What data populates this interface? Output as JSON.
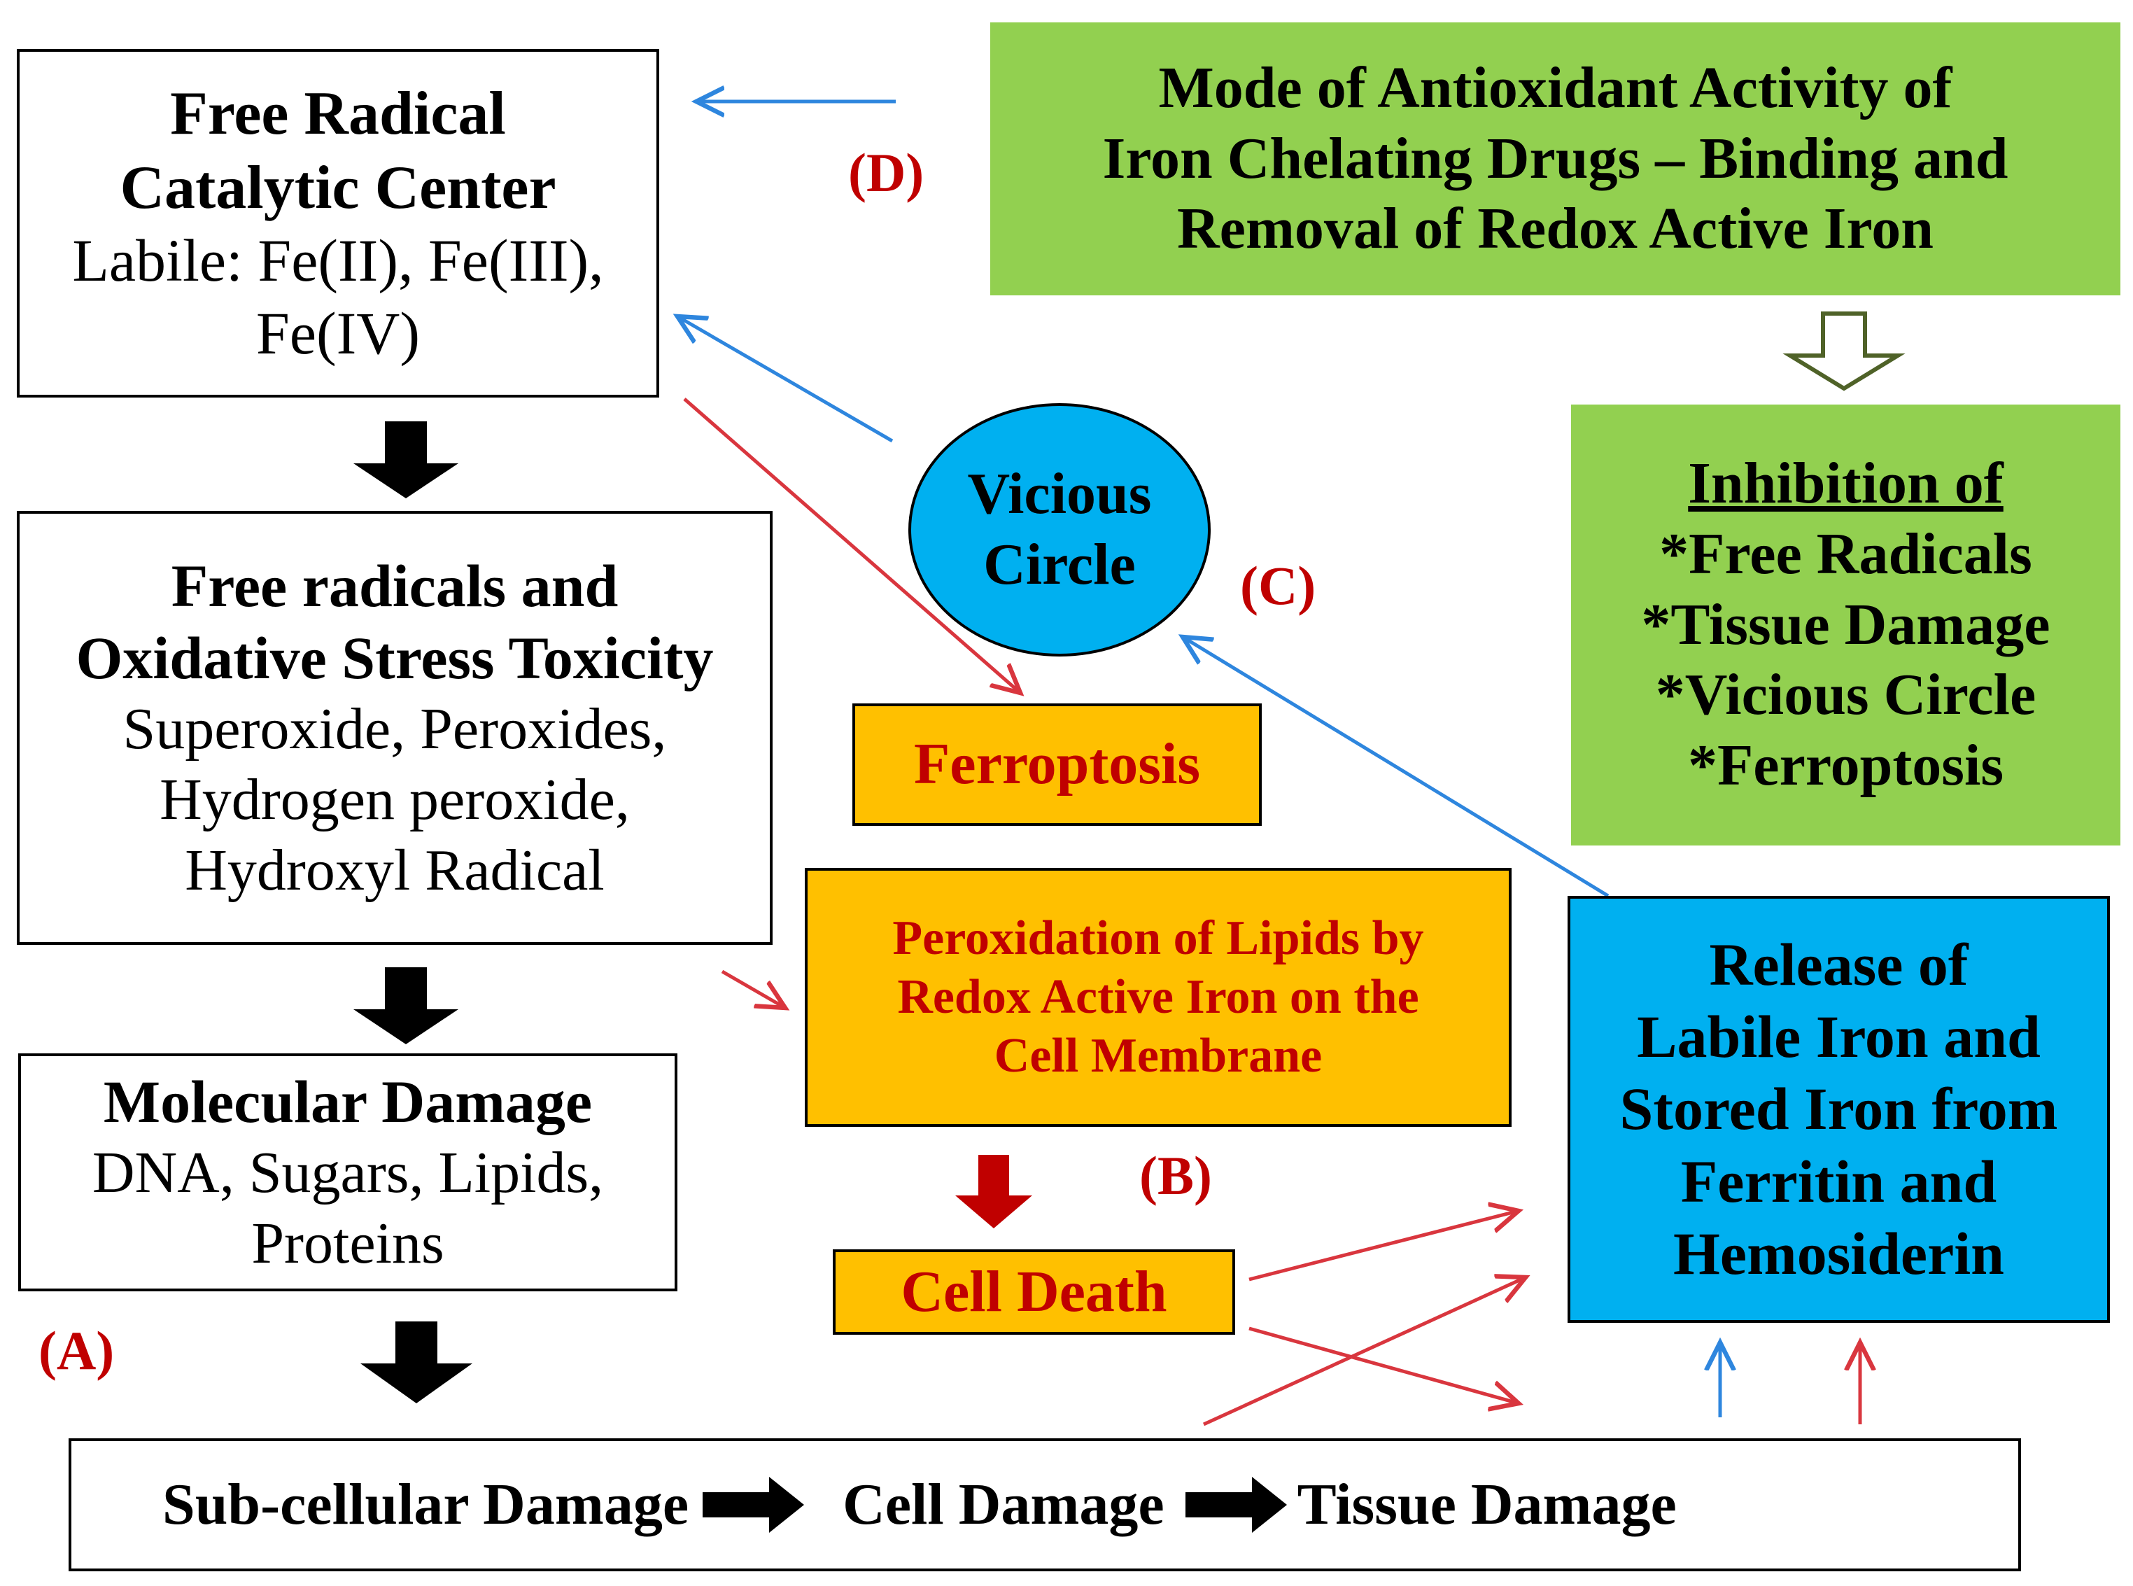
{
  "free_radical_center": {
    "title_line1": "Free Radical",
    "title_line2": "Catalytic Center",
    "line3": "Labile:  Fe(II), Fe(III),",
    "line4": "Fe(IV)"
  },
  "oxidative_stress": {
    "title_line1": "Free radicals and",
    "title_line2": "Oxidative Stress Toxicity",
    "line3": "Superoxide, Peroxides,",
    "line4": "Hydrogen peroxide,",
    "line5": "Hydroxyl Radical"
  },
  "molecular_damage": {
    "title": "Molecular Damage",
    "line2": "DNA, Sugars, Lipids,",
    "line3": "Proteins"
  },
  "bottom_bar": {
    "item1": "Sub-cellular Damage",
    "item2": "Cell Damage",
    "item3": "Tissue Damage"
  },
  "mode_of_activity": {
    "line1": "Mode of Antioxidant Activity of",
    "line2": "Iron Chelating Drugs – Binding and",
    "line3": "Removal of Redox Active Iron"
  },
  "inhibition": {
    "title": "Inhibition of",
    "item1": "*Free Radicals",
    "item2": "*Tissue Damage",
    "item3": "*Vicious Circle",
    "item4": "*Ferroptosis"
  },
  "vicious_circle": {
    "line1": "Vicious",
    "line2": "Circle"
  },
  "ferroptosis": "Ferroptosis",
  "peroxidation": {
    "line1": "Peroxidation of Lipids by",
    "line2": "Redox Active Iron on the",
    "line3": "Cell Membrane"
  },
  "cell_death": "Cell Death",
  "release": {
    "line1": "Release of",
    "line2": "Labile Iron and",
    "line3": "Stored Iron from",
    "line4": "Ferritin and",
    "line5": "Hemosiderin"
  },
  "labels": {
    "a": "(A)",
    "b": "(B)",
    "c": "(C)",
    "d": "(D)"
  },
  "colors": {
    "green": "#92d050",
    "orange": "#ffc000",
    "blue": "#00b0f0",
    "red_text": "#c00000",
    "red_arrow": "#d9363e",
    "blue_arrow": "#2e86de"
  }
}
